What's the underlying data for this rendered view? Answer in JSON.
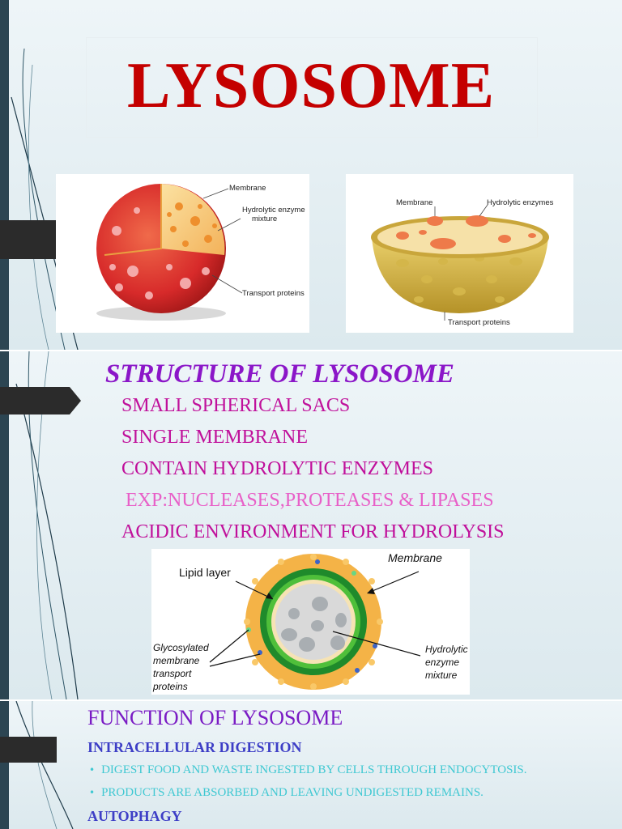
{
  "slide1": {
    "title": "LYSOSOME",
    "image1": {
      "labels": {
        "membrane": "Membrane",
        "enzyme_line1": "Hydrolytic enzyme",
        "enzyme_line2": "mixture",
        "transport": "Transport proteins"
      }
    },
    "image2": {
      "labels": {
        "membrane": "Membrane",
        "enzymes": "Hydrolytic enzymes",
        "transport": "Transport proteins"
      }
    }
  },
  "slide2": {
    "heading": "STRUCTURE OF LYSOSOME",
    "bullet_marker": "",
    "bullets": [
      "SMALL SPHERICAL SACS",
      "SINGLE MEMBRANE",
      "CONTAIN HYDROLYTIC ENZYMES",
      "ACIDIC ENVIRONMENT FOR HYDROLYSIS"
    ],
    "example": "EXP:NUCLEASES,PROTEASES & LIPASES",
    "diagram": {
      "labels": {
        "lipid": "Lipid layer",
        "membrane": "Membrane",
        "glyco1": "Glycosylated",
        "glyco2": "membrane",
        "glyco3": "transport",
        "glyco4": "proteins",
        "hydro1": "Hydrolytic",
        "hydro2": "enzyme",
        "hydro3": "mixture"
      }
    }
  },
  "slide3": {
    "heading": "FUNCTION OF LYSOSOME",
    "section1": "INTRACELLULAR DIGESTION",
    "items": [
      "DIGEST FOOD AND WASTE INGESTED BY CELLS THROUGH ENDOCYTOSIS.",
      "PRODUCTS ARE ABSORBED AND LEAVING UNDIGESTED REMAINS."
    ],
    "section2": "AUTOPHAGY"
  }
}
